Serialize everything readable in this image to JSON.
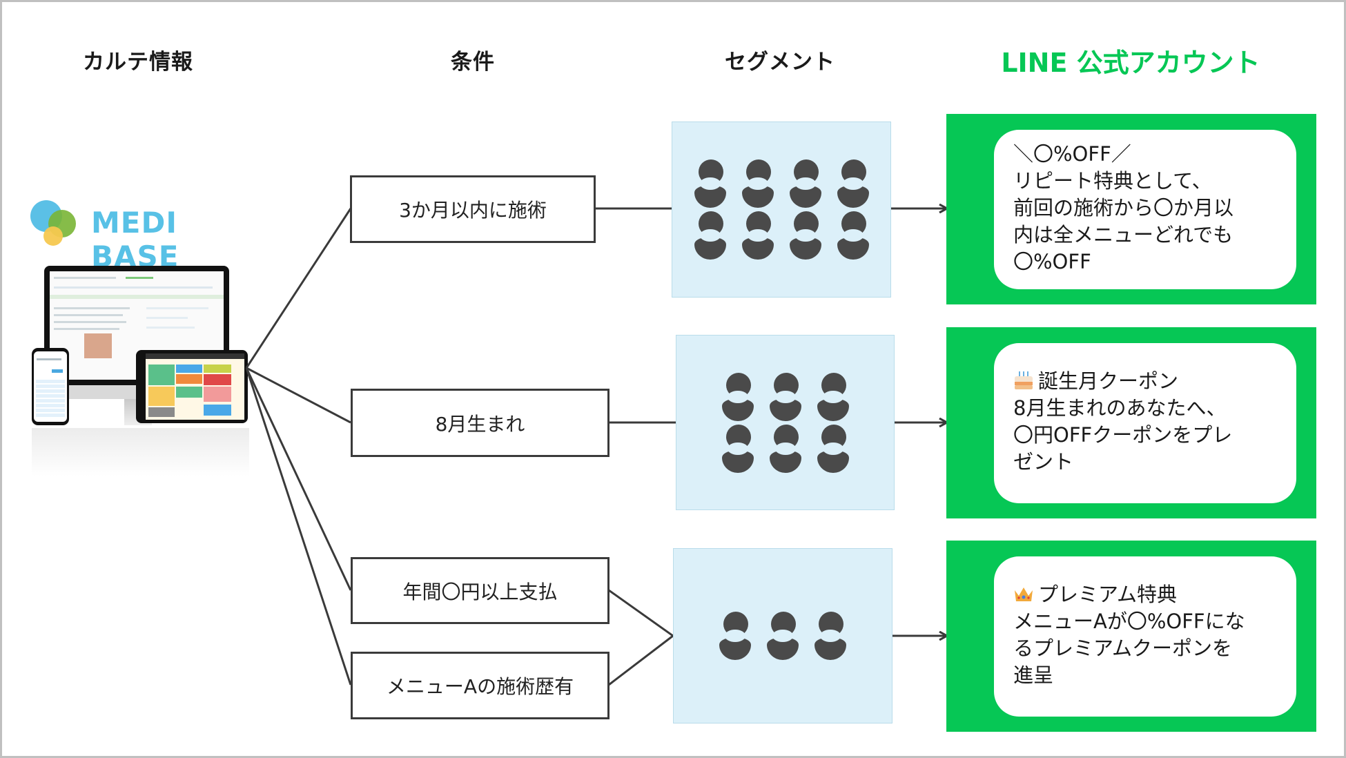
{
  "headers": {
    "karte": "カルテ情報",
    "conditions": "条件",
    "segments": "セグメント",
    "line": "LINE 公式アカウント"
  },
  "logo": {
    "text": "MEDI BASE"
  },
  "colors": {
    "line_green": "#06c755",
    "segment_bg": "#dcf0f9",
    "logo_blue": "#58c1e6",
    "person": "#4a4a4a",
    "stroke": "#3a3a3a"
  },
  "conditions": [
    {
      "label": "3か月以内に施術"
    },
    {
      "label": "8月生まれ"
    },
    {
      "label": "年間〇円以上支払"
    },
    {
      "label": "メニューAの施術歴有"
    }
  ],
  "segments": [
    {
      "people_count": 8,
      "rows": 2
    },
    {
      "people_count": 6,
      "rows": 2
    },
    {
      "people_count": 3,
      "rows": 1
    }
  ],
  "messages": [
    {
      "icon": "",
      "lines": [
        "＼〇%OFF／",
        "リピート特典として、",
        "前回の施術から〇か月以",
        "内は全メニューどれでも",
        "〇%OFF"
      ]
    },
    {
      "icon": "birthday-cake-icon",
      "lines": [
        "誕生月クーポン",
        "8月生まれのあなたへ、",
        "〇円OFFクーポンをプレ",
        "ゼント"
      ]
    },
    {
      "icon": "crown-icon",
      "lines": [
        "プレミアム特典",
        "メニューAが〇%OFFにな",
        "るプレミアムクーポンを",
        "進呈"
      ]
    }
  ]
}
